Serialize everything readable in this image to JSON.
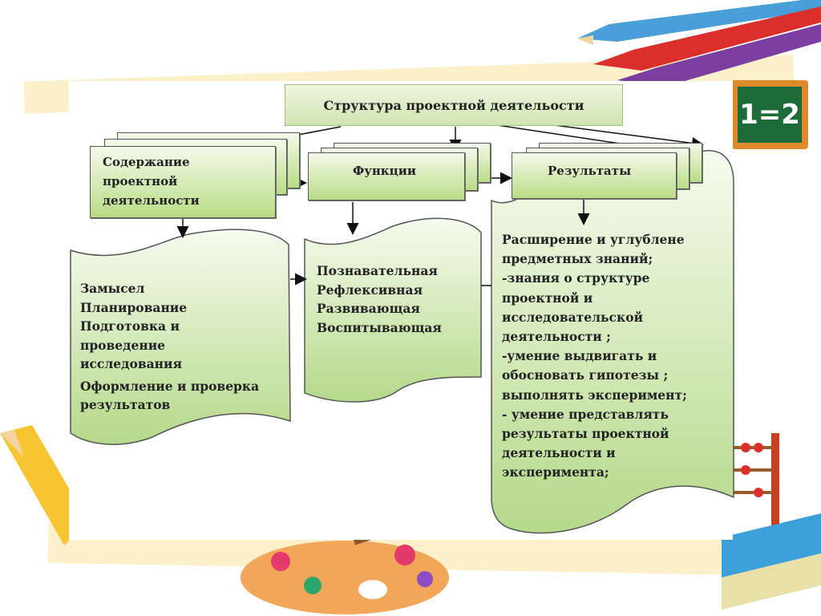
{
  "header": {
    "title": "Структура проектной деятельости"
  },
  "columns": [
    {
      "title_lines": [
        "Содержание",
        "проектной",
        "деятельности"
      ],
      "items": [
        "Замысел",
        "Планирование",
        "Подготовка и",
        "проведение",
        "исследования",
        "Оформление и проверка",
        "результатов"
      ]
    },
    {
      "title_lines": [
        "Функции"
      ],
      "items": [
        "Познавательная",
        "Рефлексивная",
        "Развивающая",
        "Воспитывающая"
      ]
    },
    {
      "title_lines": [
        "Результаты"
      ],
      "items": [
        "Расширение и углублене",
        "предметных знаний;",
        "-знания о структуре",
        "проектной и",
        "исследовательской",
        "деятельности ;",
        "-умение выдвигать и",
        "обосновать гипотезы ;",
        "выполнять эксперимент;",
        "- умение представлять",
        "результаты проектной",
        "деятельности и",
        "эксперимента;"
      ]
    }
  ],
  "decor": {
    "board_text": "1=2"
  },
  "colors": {
    "green_light": "#f4faea",
    "green_dark": "#b9dc86",
    "cream": "#fbf0c9"
  }
}
